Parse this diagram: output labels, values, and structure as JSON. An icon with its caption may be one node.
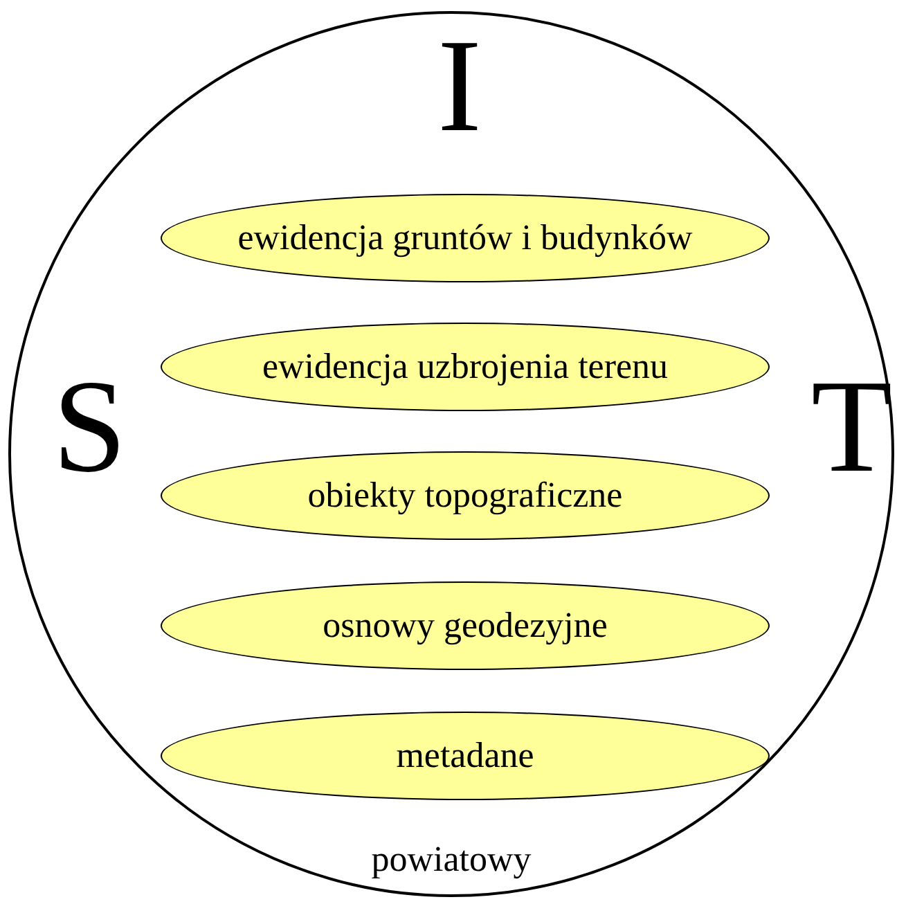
{
  "diagram": {
    "nodes": [
      {
        "text": [
          "I",
          "S",
          "T",
          "powiatowy"
        ]
      },
      {
        "text": [
          "ewidencja gruntów i budynków"
        ],
        "in": 0
      },
      {
        "text": [
          "ewidencja uzbrojenia terenu"
        ],
        "in": 0
      },
      {
        "text": [
          "obiekty topograficzne"
        ],
        "in": 0
      },
      {
        "text": [
          "osnowy geodezyjne"
        ],
        "in": 0
      },
      {
        "text": [
          "metadane"
        ],
        "in": 0
      }
    ]
  }
}
